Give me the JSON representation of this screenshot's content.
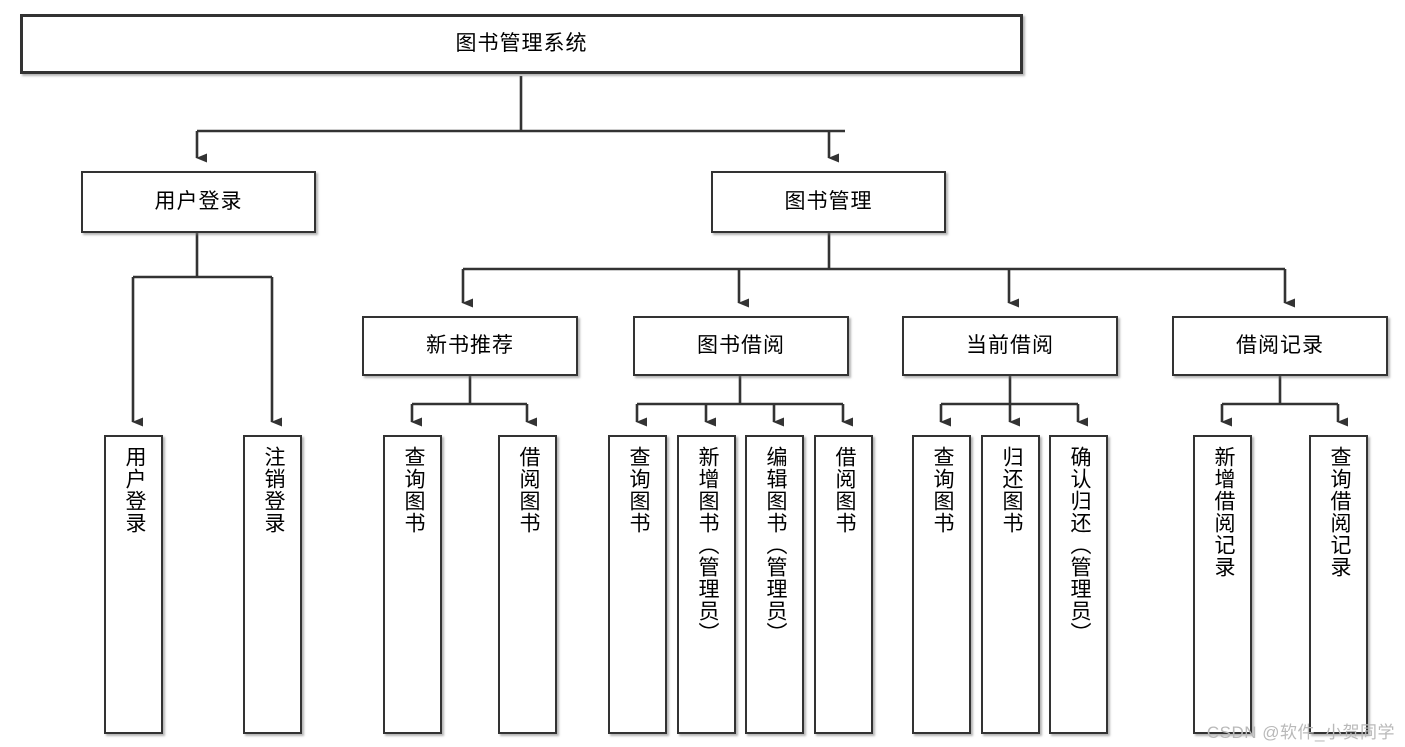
{
  "diagram": {
    "title": "图书管理系统",
    "type": "tree-hierarchy-chart",
    "colors": {
      "background": "#ffffff",
      "line": "#333333",
      "box_border": "#333333",
      "text": "#000000",
      "watermark": "#b9b9b9"
    },
    "root": {
      "label": "图书管理系统"
    },
    "level2": [
      {
        "label": "用户登录"
      },
      {
        "label": "图书管理"
      }
    ],
    "level3": [
      {
        "label": "新书推荐"
      },
      {
        "label": "图书借阅"
      },
      {
        "label": "当前借阅"
      },
      {
        "label": "借阅记录"
      }
    ],
    "leaves": {
      "user_login": [
        {
          "label": "用户登录"
        },
        {
          "label": "注销登录"
        }
      ],
      "new_book_recommend": [
        {
          "label": "查询图书"
        },
        {
          "label": "借阅图书"
        }
      ],
      "book_borrow": [
        {
          "label": "查询图书"
        },
        {
          "label": "新增图书（管理员）"
        },
        {
          "label": "编辑图书（管理员）"
        },
        {
          "label": "借阅图书"
        }
      ],
      "current_borrow": [
        {
          "label": "查询图书"
        },
        {
          "label": "归还图书"
        },
        {
          "label": "确认归还（管理员）"
        }
      ],
      "borrow_record": [
        {
          "label": "新增借阅记录"
        },
        {
          "label": "查询借阅记录"
        }
      ]
    }
  },
  "watermark": {
    "text": "CSDN @软件_小贺同学"
  }
}
